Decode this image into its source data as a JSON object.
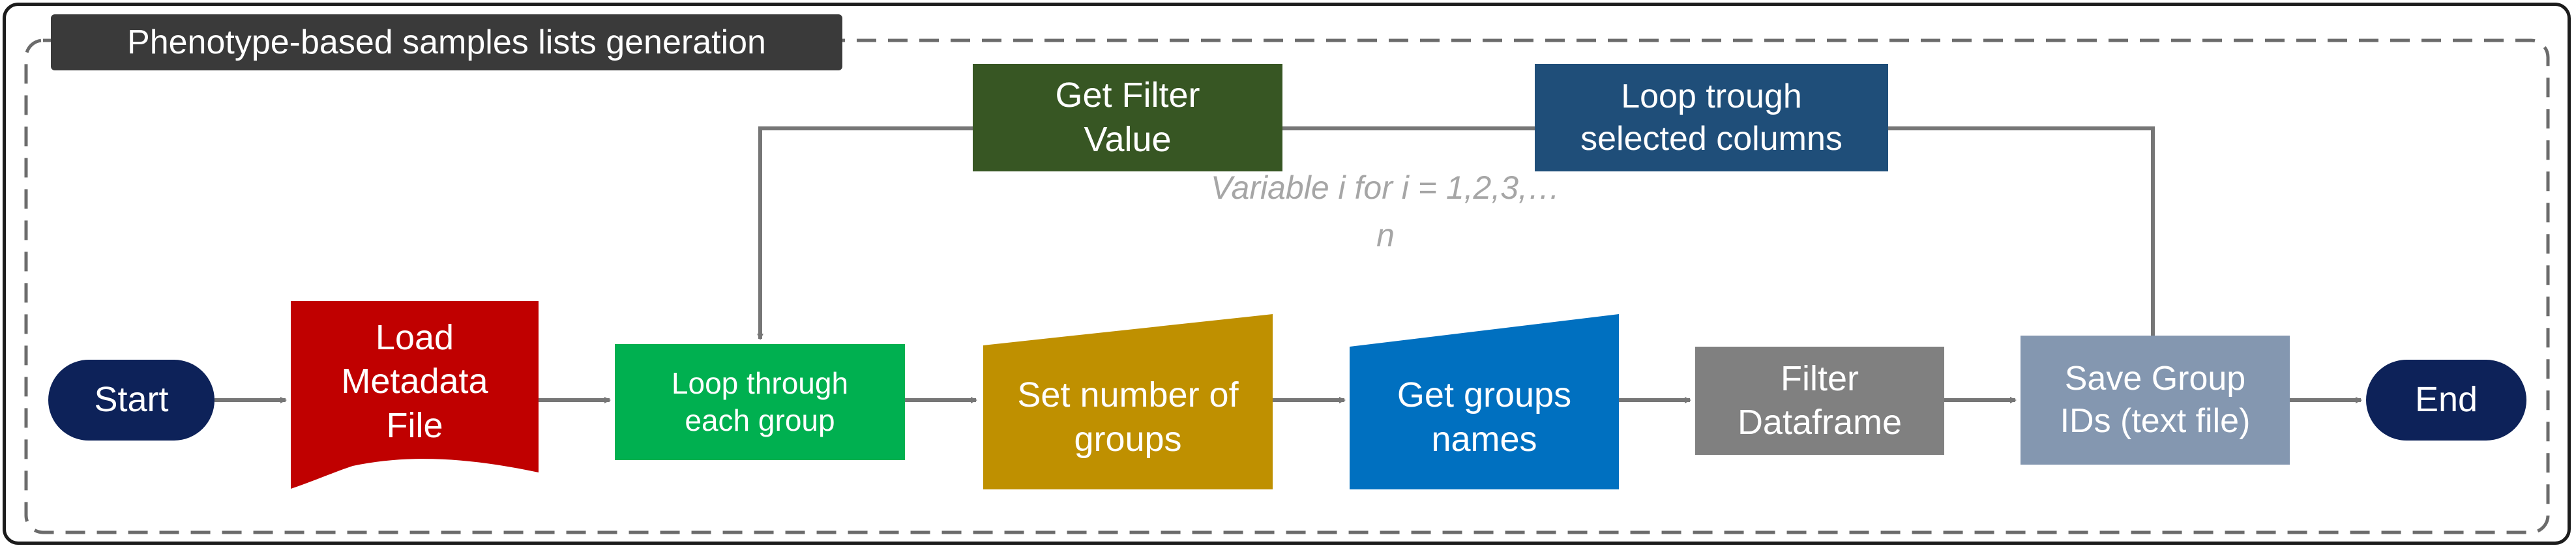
{
  "title": "Phenotype-based samples lists generation",
  "nodes": {
    "start": "Start",
    "load": "Load\nMetadata\nFile",
    "loop_group": "Loop through\neach group",
    "set_number": "Set number of\ngroups",
    "get_names": "Get groups\nnames",
    "filter": "Filter\nDataframe",
    "save": "Save Group\nIDs (text file)",
    "end": "End",
    "get_filter": "Get Filter\nValue",
    "loop_cols": "Loop trough\nselected columns"
  },
  "note": {
    "line1": "Variable i for i = 1,2,3,…",
    "line2": "n"
  },
  "colors": {
    "title_bg": "#3a3a3a",
    "start_end": "#0d2259",
    "load": "#c00000",
    "loop_group": "#00b050",
    "set_number": "#bf9000",
    "get_names": "#0070c0",
    "filter": "#808080",
    "save": "#8497b0",
    "get_filter": "#375623",
    "loop_cols": "#1f4e79",
    "connector": "#767676",
    "dash_border": "#6b6b6b"
  }
}
